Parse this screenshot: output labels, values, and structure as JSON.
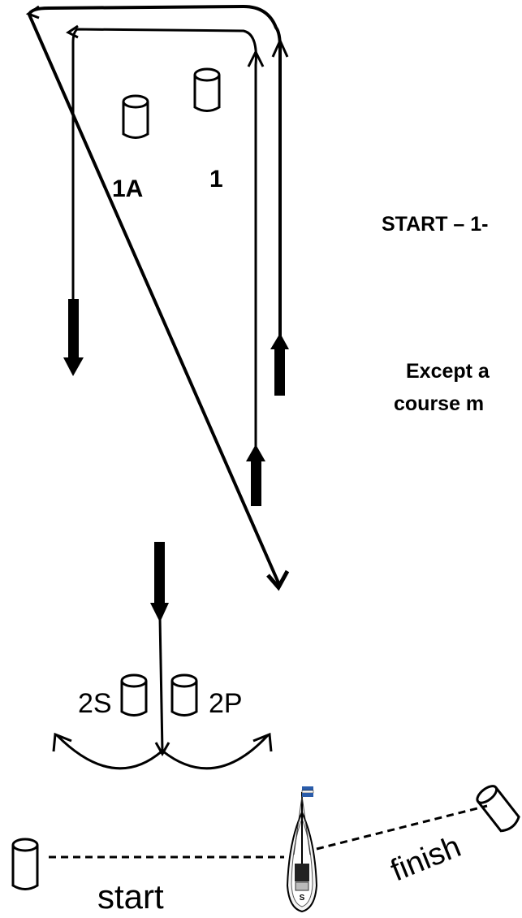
{
  "diagram": {
    "marks": {
      "mark_1a": "1A",
      "mark_1": "1",
      "mark_2s": "2S",
      "mark_2p": "2P"
    },
    "lines": {
      "start": "start",
      "finish": "finish"
    },
    "notes": {
      "course_line": "START – 1-",
      "except_line1": "Except a",
      "except_line2": "course m"
    },
    "committee_boat": {
      "hull_letter": "S"
    }
  }
}
